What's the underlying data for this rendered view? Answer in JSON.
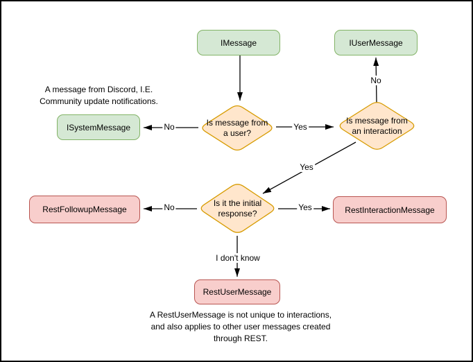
{
  "colors": {
    "interface_fill": "#d5e8d4",
    "interface_border": "#82b366",
    "decision_fill": "#ffe6cc",
    "decision_border": "#d79b00",
    "rest_fill": "#f8cecc",
    "rest_border": "#b85450",
    "edge_color": "#000000",
    "background": "#ffffff"
  },
  "nodes": {
    "imessage": {
      "label": "IMessage"
    },
    "iusermessage": {
      "label": "IUserMessage"
    },
    "isystemmessage": {
      "label": "ISystemMessage"
    },
    "q_from_user": {
      "label": "Is message from\na user?"
    },
    "q_from_interaction": {
      "label": "Is message from\nan interaction"
    },
    "q_initial_response": {
      "label": "Is it the initial\nresponse?"
    },
    "restfollowupmessage": {
      "label": "RestFollowupMessage"
    },
    "restinteractionmessage": {
      "label": "RestInteractionMessage"
    },
    "restusermessage": {
      "label": "RestUserMessage"
    }
  },
  "edge_labels": {
    "from_user_no": "No",
    "from_user_yes": "Yes",
    "from_interaction_no": "No",
    "from_interaction_yes": "Yes",
    "initial_no": "No",
    "initial_yes": "Yes",
    "initial_unknown": "I don't know"
  },
  "notes": {
    "isystemmessage_note": "A message from Discord, I.E.\nCommunity update notifications.",
    "restusermessage_note": "A RestUserMessage is not unique to interactions,\nand also applies to other user messages created\nthrough REST."
  }
}
